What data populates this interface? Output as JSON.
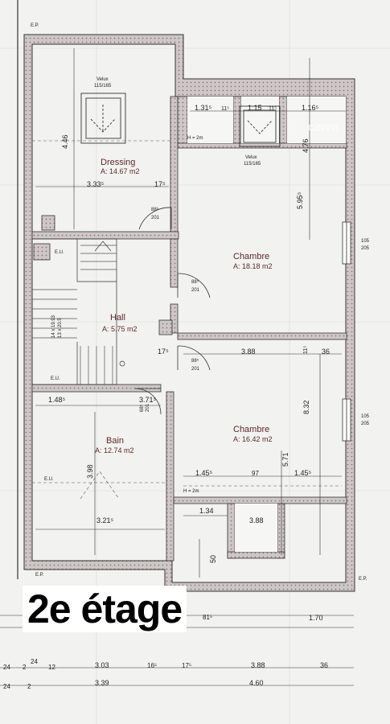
{
  "floor_title": "2e étage",
  "watermark": "cimm",
  "rooms": [
    {
      "key": "dressing",
      "name": "Dressing",
      "area": "A: 14.67 m2"
    },
    {
      "key": "chambre1",
      "name": "Chambre",
      "area": "A: 18.18 m2"
    },
    {
      "key": "hall",
      "name": "Hall",
      "area": "A: 5.75 m2"
    },
    {
      "key": "chambre2",
      "name": "Chambre",
      "area": "A: 16.42 m2"
    },
    {
      "key": "bain",
      "name": "Bain",
      "area": "A: 12.74 m2"
    }
  ],
  "veluxes": [
    {
      "label": "Velux",
      "size": "115/165"
    },
    {
      "label": "Velux",
      "size": "115/165"
    }
  ],
  "markers": {
    "ep": "E.P.",
    "eu": "E.U.",
    "h2m": "H = 2m"
  },
  "dimensions": {
    "d446": "4.46",
    "d3335": "3.33⁵",
    "d175": "17⁵",
    "d1315": "1.31⁵",
    "d115": "1.15",
    "d11a": "11⁵",
    "d11b": "11⁵",
    "d1165": "1.16⁵",
    "d476": "4.76",
    "d5955": "5.95⁵",
    "d388": "3.88",
    "d36": "36",
    "d832": "8.32",
    "d571": "5.71",
    "d1485": "1.48⁵",
    "d3715": "3.71⁵",
    "d398": "3.98",
    "d3215": "3.21⁵",
    "d1455a": "1.45⁵",
    "d97": "97",
    "d1455b": "1.45⁵",
    "d134": "1.34",
    "d388b": "3.88",
    "d50": "50",
    "d11c": "11⁵",
    "d175b": "17⁵",
    "d170": "1.70",
    "d815": "81⁵",
    "b_303": "3.03",
    "b_165": "16⁵",
    "b_175": "17⁵",
    "b_388": "3.88",
    "b_36": "36",
    "b_24a": "24",
    "b_2": "2",
    "b_24b": "24",
    "b_12": "12",
    "b_339": "3.39",
    "b_460": "4.60",
    "b_24c": "24",
    "b_2b": "2"
  },
  "doors": {
    "dr1": "88⁵",
    "dr1b": "201",
    "dr2": "88⁵",
    "dr2b": "201",
    "dr3": "88⁵",
    "dr3b": "201",
    "dr4": "68⁵",
    "dr4b": "201",
    "win1": "105",
    "win1b": "205",
    "win2": "105",
    "win2b": "205"
  },
  "stairs_label": "14 x 19.93",
  "stairs_label2": "13 x 20.5"
}
